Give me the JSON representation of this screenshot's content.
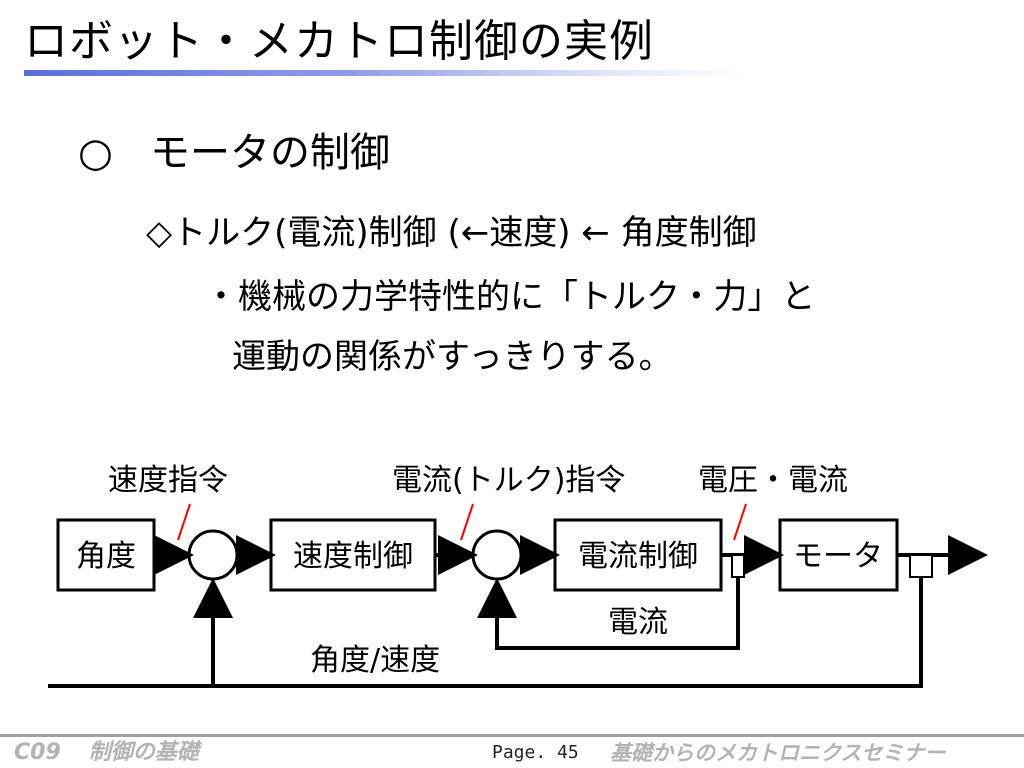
{
  "title": "ロボット・メカトロ制御の実例",
  "heading": {
    "bullet": "○",
    "text": "モータの制御"
  },
  "body": {
    "line1": "◇トルク(電流)制御 (←速度) ← 角度制御",
    "line2": "・機械の力学特性的に「トルク・力」と",
    "line3": "運動の関係がすっきりする。"
  },
  "diagram": {
    "blocks": {
      "angle": "角度",
      "speed_control": "速度制御",
      "current_control": "電流制御",
      "motor": "モータ"
    },
    "labels": {
      "speed_command": "速度指令",
      "current_command": "電流(トルク)指令",
      "voltage_current": "電圧・電流",
      "current_feedback": "電流",
      "angle_speed_feedback": "角度/速度"
    },
    "colors": {
      "line": "#000000",
      "tick": "#ff0000"
    }
  },
  "footer": {
    "left_code": "C09",
    "left_title": "制御の基礎",
    "page": "Page. 45",
    "right_title": "基礎からのメカトロニクスセミナー"
  }
}
